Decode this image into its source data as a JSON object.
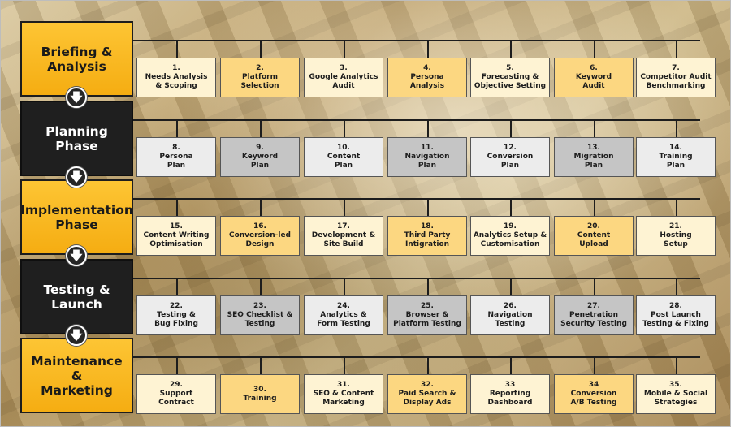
{
  "stages": [
    {
      "label": "Briefing &\nAnalysis",
      "style": "yellow",
      "card_light": "y-light",
      "card_dark": "y-dark",
      "cards": [
        "1.\nNeeds Analysis\n& Scoping",
        "2.\nPlatform\nSelection",
        "3.\nGoogle Analytics\nAudit",
        "4.\nPersona\nAnalysis",
        "5.\nForecasting &\nObjective Setting",
        "6.\nKeyword\nAudit",
        "7.\nCompetitor Audit\nBenchmarking"
      ]
    },
    {
      "label": "Planning\nPhase",
      "style": "black",
      "card_light": "g-light",
      "card_dark": "g-dark",
      "cards": [
        "8.\nPersona\nPlan",
        "9.\nKeyword\nPlan",
        "10.\nContent\nPlan",
        "11.\nNavigation\nPlan",
        "12.\nConversion\nPlan",
        "13.\nMigration\nPlan",
        "14.\nTraining\nPlan"
      ]
    },
    {
      "label": "Implementation\nPhase",
      "style": "yellow",
      "card_light": "y-light",
      "card_dark": "y-dark",
      "cards": [
        "15.\nContent Writing\nOptimisation",
        "16.\nConversion-led\nDesign",
        "17.\nDevelopment &\nSite Build",
        "18.\nThird Party\nIntigration",
        "19.\nAnalytics Setup &\nCustomisation",
        "20.\nContent\nUpload",
        "21.\nHosting\nSetup"
      ]
    },
    {
      "label": "Testing &\nLaunch",
      "style": "black",
      "card_light": "g-light",
      "card_dark": "g-dark",
      "cards": [
        "22.\nTesting &\nBug Fixing",
        "23.\nSEO Checklist &\nTesting",
        "24.\nAnalytics &\nForm Testing",
        "25.\nBrowser &\nPlatform Testing",
        "26.\nNavigation\nTesting",
        "27.\nPenetration\nSecurity Testing",
        "28.\nPost Launch\nTesting & Fixing"
      ]
    },
    {
      "label": "Maintenance &\nMarketing",
      "style": "yellow",
      "card_light": "y-light",
      "card_dark": "y-dark",
      "cards": [
        "29.\nSupport\nContract",
        "30.\nTraining",
        "31.\nSEO & Content\nMarketing",
        "32.\nPaid Search &\nDisplay Ads",
        "33\nReporting\nDashboard",
        "34\nConversion\nA/B Testing",
        "35.\nMobile & Social\nStrategies"
      ]
    }
  ],
  "arrow_icon": "arrow-down-icon",
  "arrow_glyph": "🡇"
}
